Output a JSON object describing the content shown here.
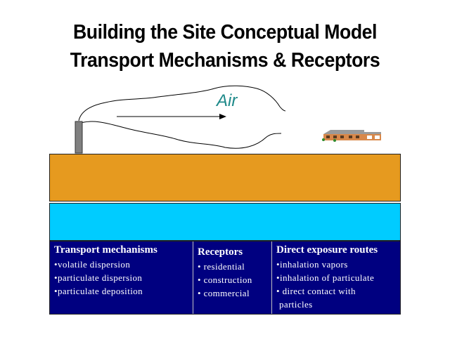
{
  "slide": {
    "title_line1": "Building the Site Conceptual Model",
    "title_line2": "Transport Mechanisms & Receptors"
  },
  "diagram": {
    "air_label": "Air",
    "colors": {
      "soil": "#e69a1f",
      "groundwater": "#00ccff",
      "panel": "#000080",
      "stack": "#808080",
      "air_text": "#1f8a8a"
    }
  },
  "panel": {
    "transport": {
      "heading": "Transport mechanisms",
      "items": [
        "•volatile dispersion",
        "•particulate dispersion",
        "•particulate deposition"
      ]
    },
    "receptors": {
      "heading": "Receptors",
      "items": [
        "• residential",
        "• construction",
        "• commercial"
      ]
    },
    "exposure": {
      "heading": "Direct exposure routes",
      "items": [
        "•inhalation vapors",
        "•inhalation of particulate",
        "• direct contact with",
        "particles"
      ]
    }
  }
}
